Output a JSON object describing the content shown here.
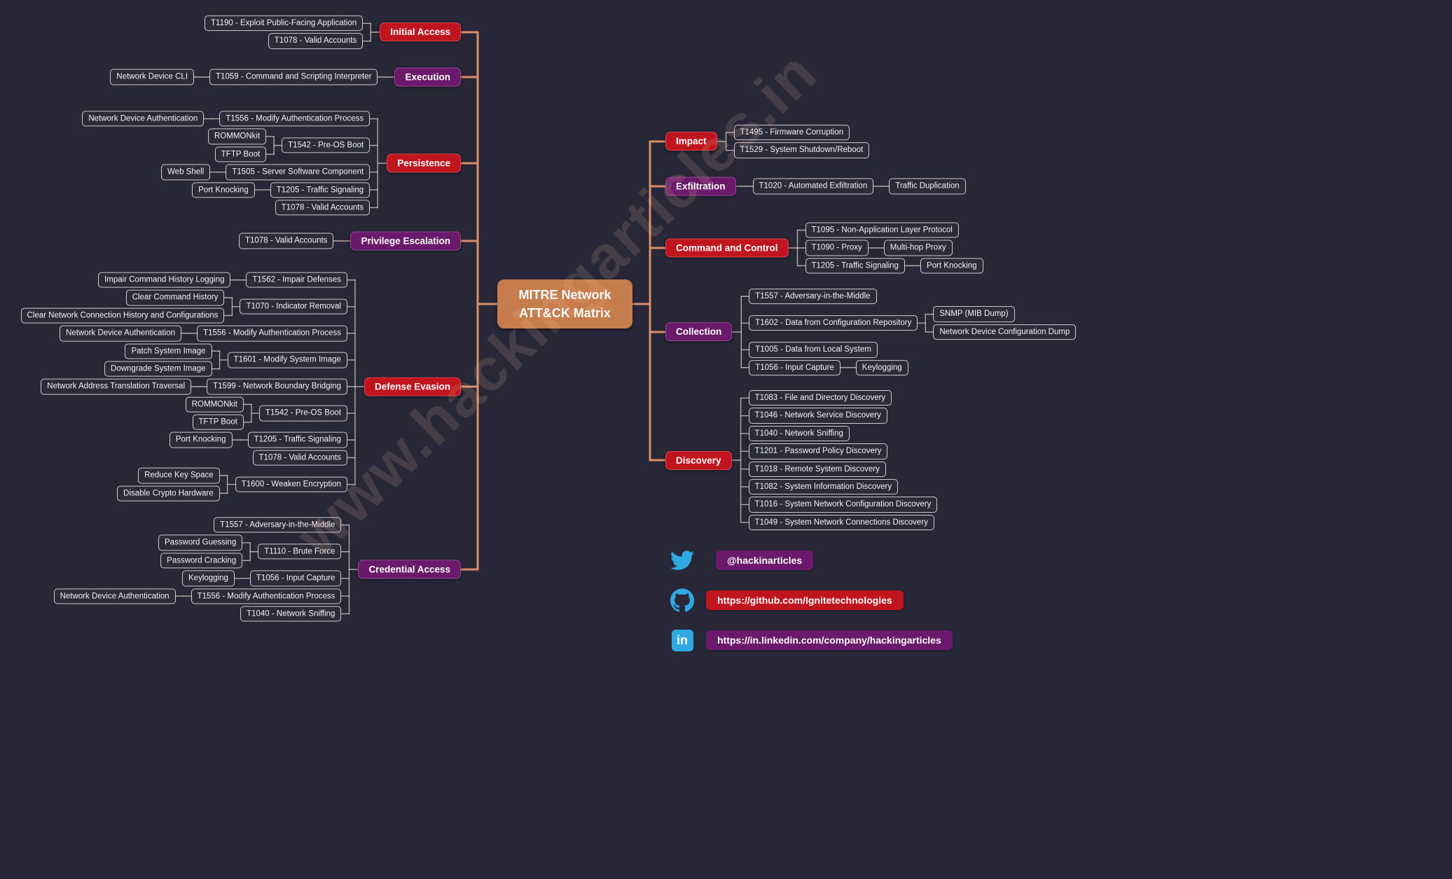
{
  "watermark": "www.hackingarticles.in",
  "central": {
    "line1": "MITRE Network",
    "line2": "ATT&CK Matrix"
  },
  "colors": {
    "background": "#282737",
    "category_red": "#c0151e",
    "category_purple": "#6b196b",
    "central_node": "#c67c4c",
    "branch_line": "#dd8e66",
    "node_line": "#e8dccc",
    "social_icon_blue": "#2fa9e1",
    "watermark": "#f5c8a0"
  },
  "left_groups": [
    {
      "label": "Initial Access",
      "color": "red",
      "techniques": [
        {
          "label": "T1190 - Exploit Public-Facing Application"
        },
        {
          "label": "T1078 - Valid Accounts"
        }
      ]
    },
    {
      "label": "Execution",
      "color": "purple",
      "techniques": [
        {
          "label": "T1059 - Command and Scripting Interpreter",
          "subs": [
            "Network Device CLI"
          ]
        }
      ]
    },
    {
      "label": "Persistence",
      "color": "red",
      "techniques": [
        {
          "label": "T1556 - Modify Authentication Process",
          "subs": [
            "Network Device Authentication"
          ]
        },
        {
          "label": "T1542 - Pre-OS Boot",
          "subs": [
            "ROMMONkit",
            "TFTP Boot"
          ]
        },
        {
          "label": "T1505 - Server Software Component",
          "subs": [
            "Web Shell"
          ]
        },
        {
          "label": "T1205 - Traffic Signaling",
          "subs": [
            "Port Knocking"
          ]
        },
        {
          "label": "T1078 - Valid Accounts"
        }
      ]
    },
    {
      "label": "Privilege Escalation",
      "color": "purple",
      "techniques": [
        {
          "label": "T1078 - Valid Accounts"
        }
      ]
    },
    {
      "label": "Defense Evasion",
      "color": "red",
      "techniques": [
        {
          "label": "T1562 - Impair Defenses",
          "subs": [
            "Impair Command History Logging"
          ]
        },
        {
          "label": "T1070 - Indicator Removal",
          "subs": [
            "Clear Command History",
            "Clear Network Connection History and Configurations"
          ]
        },
        {
          "label": "T1556 - Modify Authentication Process",
          "subs": [
            "Network Device Authentication"
          ]
        },
        {
          "label": "T1601 - Modify System Image",
          "subs": [
            "Patch System Image",
            "Downgrade System Image"
          ]
        },
        {
          "label": "T1599 - Network Boundary Bridging",
          "subs": [
            "Network Address Translation Traversal"
          ]
        },
        {
          "label": "T1542 - Pre-OS Boot",
          "subs": [
            "ROMMONkit",
            "TFTP Boot"
          ]
        },
        {
          "label": "T1205 - Traffic Signaling",
          "subs": [
            "Port Knocking"
          ]
        },
        {
          "label": "T1078 - Valid Accounts"
        },
        {
          "label": "T1600 - Weaken Encryption",
          "subs": [
            "Reduce Key Space",
            "Disable Crypto Hardware"
          ]
        }
      ]
    },
    {
      "label": "Credential Access",
      "color": "purple",
      "techniques": [
        {
          "label": "T1557 - Adversary-in-the-Middle"
        },
        {
          "label": "T1110 - Brute Force",
          "subs": [
            "Password Guessing",
            "Password Cracking"
          ]
        },
        {
          "label": "T1056 - Input Capture",
          "subs": [
            "Keylogging"
          ]
        },
        {
          "label": "T1556 - Modify Authentication Process",
          "subs": [
            "Network Device Authentication"
          ]
        },
        {
          "label": "T1040 - Network Sniffing"
        }
      ]
    }
  ],
  "right_groups": [
    {
      "label": "Impact",
      "color": "red",
      "techniques": [
        {
          "label": "T1495 - Firmware Corruption"
        },
        {
          "label": "T1529 - System Shutdown/Reboot"
        }
      ]
    },
    {
      "label": "Exfiltration",
      "color": "purple",
      "techniques": [
        {
          "label": "T1020 - Automated Exfiltration",
          "subs": [
            "Traffic Duplication"
          ]
        }
      ]
    },
    {
      "label": "Command and Control",
      "color": "red",
      "techniques": [
        {
          "label": "T1095 - Non-Application Layer Protocol"
        },
        {
          "label": "T1090 - Proxy",
          "subs": [
            "Multi-hop Proxy"
          ]
        },
        {
          "label": "T1205 - Traffic Signaling",
          "subs": [
            "Port Knocking"
          ]
        }
      ]
    },
    {
      "label": "Collection",
      "color": "purple",
      "techniques": [
        {
          "label": "T1557 - Adversary-in-the-Middle"
        },
        {
          "label": "T1602 - Data from Configuration Repository",
          "subs": [
            "SNMP (MIB Dump)",
            "Network Device Configuration Dump"
          ]
        },
        {
          "label": "T1005 - Data from Local System"
        },
        {
          "label": "T1056 - Input Capture",
          "subs": [
            "Keylogging"
          ]
        }
      ]
    },
    {
      "label": "Discovery",
      "color": "red",
      "techniques": [
        {
          "label": "T1083 - File and Directory Discovery"
        },
        {
          "label": "T1046 - Network Service Discovery"
        },
        {
          "label": "T1040 - Network Sniffing"
        },
        {
          "label": "T1201 - Password Policy Discovery"
        },
        {
          "label": "T1018 - Remote System Discovery"
        },
        {
          "label": "T1082 - System Information Discovery"
        },
        {
          "label": "T1016 - System Network Configuration Discovery"
        },
        {
          "label": "T1049 - System Network Connections Discovery"
        }
      ]
    }
  ],
  "social": {
    "twitter_label": "@hackinarticles",
    "github_label": "https://github.com/Ignitetechnologies",
    "linkedin_label": "https://in.linkedin.com/company/hackingarticles",
    "linkedin_glyph": "in"
  }
}
